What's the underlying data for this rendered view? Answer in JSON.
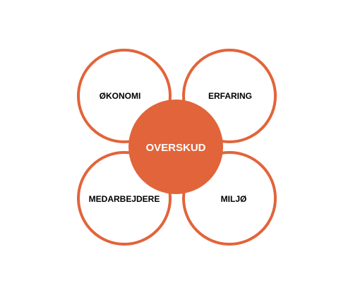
{
  "diagram": {
    "center": {
      "label": "OVERSKUD",
      "color": "#e2643a"
    },
    "petals": [
      {
        "label": "ØKONOMI"
      },
      {
        "label": "ERFARING"
      },
      {
        "label": "MEDARBEJDERE"
      },
      {
        "label": "MILJØ"
      }
    ],
    "outline_color": "#e2643a"
  }
}
